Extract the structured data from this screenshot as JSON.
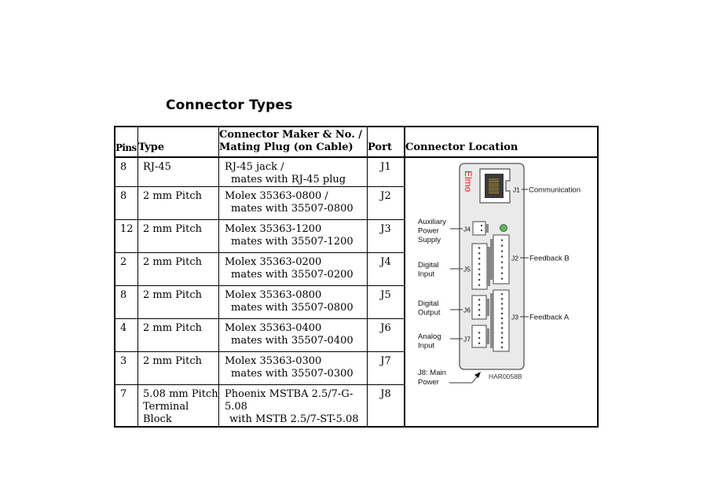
{
  "title": "Connector Types",
  "table": {
    "headers": {
      "pins": "Pins",
      "type": "Type",
      "maker_line1": "Connector Maker & No. /",
      "maker_line2": "Mating Plug (on Cable)",
      "port": "Port",
      "location": "Connector Location"
    },
    "rows": [
      {
        "pins": "8",
        "type": "RJ-45",
        "type2": "",
        "maker1": "RJ-45 jack /",
        "maker2": "mates with RJ-45 plug",
        "port": "J1"
      },
      {
        "pins": "8",
        "type": "2 mm Pitch",
        "type2": "",
        "maker1": "Molex 35363-0800 /",
        "maker2": "mates with 35507-0800",
        "port": "J2"
      },
      {
        "pins": "12",
        "type": "2 mm Pitch",
        "type2": "",
        "maker1": "Molex 35363-1200",
        "maker2": "mates with 35507-1200",
        "port": "J3"
      },
      {
        "pins": "2",
        "type": "2 mm Pitch",
        "type2": "",
        "maker1": "Molex 35363-0200",
        "maker2": "mates with 35507-0200",
        "port": "J4"
      },
      {
        "pins": "8",
        "type": "2 mm Pitch",
        "type2": "",
        "maker1": "Molex 35363-0800",
        "maker2": "mates with 35507-0800",
        "port": "J5"
      },
      {
        "pins": "4",
        "type": "2 mm Pitch",
        "type2": "",
        "maker1": "Molex 35363-0400",
        "maker2": "mates with 35507-0400",
        "port": "J6"
      },
      {
        "pins": "3",
        "type": "2 mm Pitch",
        "type2": "",
        "maker1": "Molex 35363-0300",
        "maker2": "mates with 35507-0300",
        "port": "J7"
      },
      {
        "pins": "7",
        "type": "5.08 mm Pitch",
        "type2": "Terminal Block",
        "maker1": "Phoenix MSTBA 2.5/7-G-5.08",
        "maker2": "with MSTB 2.5/7-ST-5.08",
        "port": "J8"
      }
    ]
  },
  "diagram": {
    "brand": "Elmo",
    "brand_color": "#e02020",
    "led_color": "#5cb85c",
    "part_code": "HAR0058B",
    "labels": {
      "j1": "J1",
      "j2": "J2",
      "j3": "J3",
      "j4": "J4",
      "j5": "J5",
      "j6": "J6",
      "j7": "J7",
      "communication": "Communication",
      "feedback_b": "Feedback B",
      "feedback_a": "Feedback A",
      "aux1": "Auxiliary",
      "aux2": "Power",
      "aux3": "Supply",
      "din1": "Digital",
      "din2": "Input",
      "dout1": "Digital",
      "dout2": "Output",
      "ain1": "Analog",
      "ain2": "Input",
      "main1": "J8: Main",
      "main2": "Power"
    }
  }
}
